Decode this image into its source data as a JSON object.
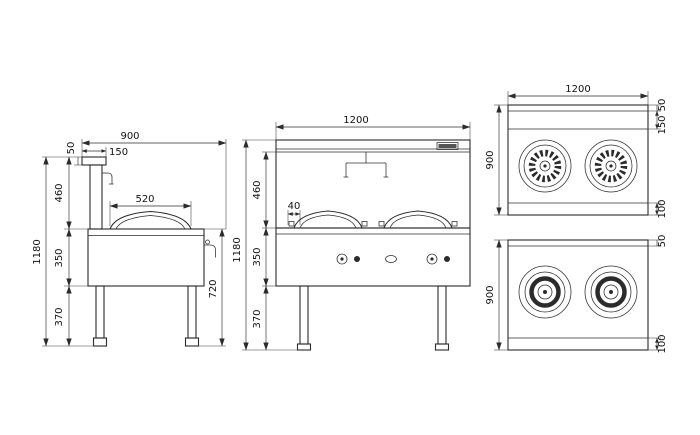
{
  "drawing": {
    "ink_color": "#2b2b2b",
    "background_color": "#ffffff",
    "side_view": {
      "d900": "900",
      "d50": "50",
      "d150": "150",
      "d460": "460",
      "d520": "520",
      "d1180": "1180",
      "d350": "350",
      "d370": "370",
      "d720": "720"
    },
    "front_view": {
      "d1200": "1200",
      "d460": "460",
      "d40": "40",
      "d1180": "1180",
      "d350": "350",
      "d370": "370"
    },
    "top_view_a": {
      "d1200": "1200",
      "d50": "50",
      "d150": "150",
      "d900": "900",
      "d100": "100"
    },
    "top_view_b": {
      "d50": "50",
      "d900": "900",
      "d100": "100"
    }
  }
}
